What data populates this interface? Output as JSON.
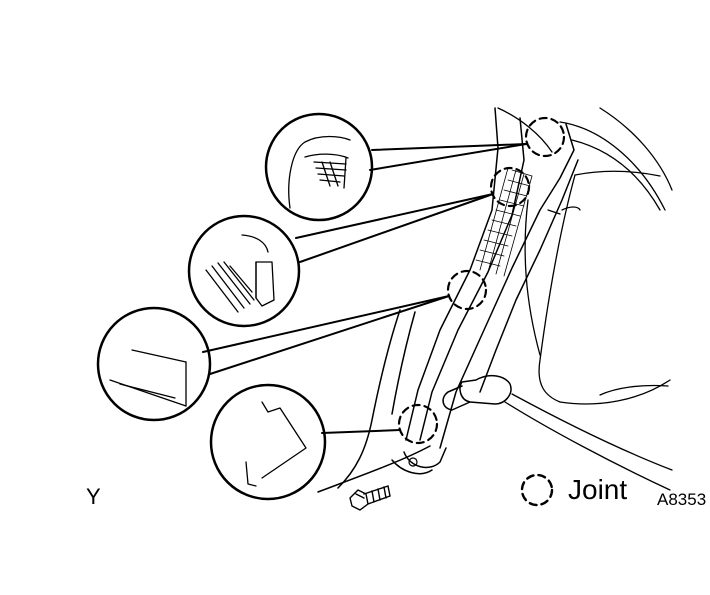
{
  "colors": {
    "ink": "#000000",
    "background": "#ffffff"
  },
  "labels": {
    "corner_letter": "Y",
    "legend_joint": "Joint",
    "figure_code": "A8353"
  },
  "icons": {
    "joint_marker": "dashed-circle-icon",
    "bolt": "bolt-icon"
  }
}
